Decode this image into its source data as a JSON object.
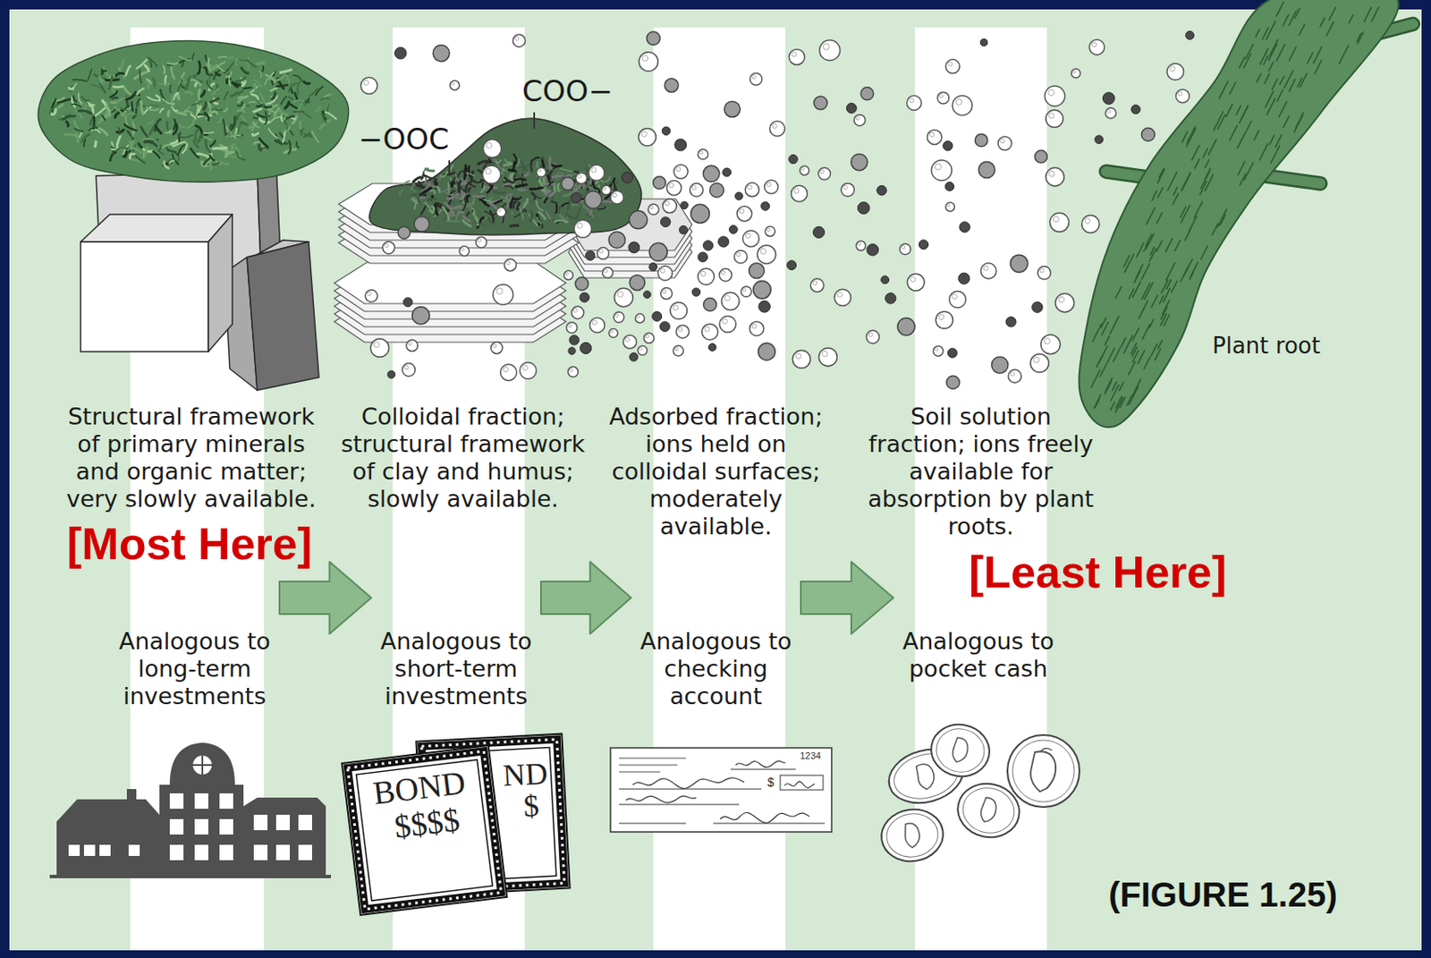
{
  "diagram": {
    "caption": "(FIGURE 1.25)",
    "nodes": [
      {
        "text": [
          "Analogous to long-term investments"
        ]
      },
      {
        "text": [
          "Analogous to short-term investments"
        ]
      },
      {
        "text": [
          "Analogous to checking account"
        ]
      },
      {
        "text": [
          "Analogous to pocket cash"
        ]
      }
    ],
    "edges": [
      {
        "from": 0,
        "to": 1,
        "arrow": "to"
      },
      {
        "from": 1,
        "to": 2,
        "arrow": "to"
      },
      {
        "from": 2,
        "to": 3,
        "arrow": "to"
      }
    ],
    "labels": [
      "COO−",
      "−OOC",
      "Plant root",
      "Structural framework of primary minerals and organic matter; very slowly available.",
      "Colloidal fraction; structural framework of clay and humus; slowly available.",
      "Adsorbed fraction; ions held on colloidal surfaces; moderately available.",
      "Soil solution fraction; ions freely available for absorption by plant roots.",
      "[Most Here]",
      "[Least Here]",
      "ND",
      "$",
      "BOND",
      "$$$$",
      "1234",
      "$"
    ]
  }
}
